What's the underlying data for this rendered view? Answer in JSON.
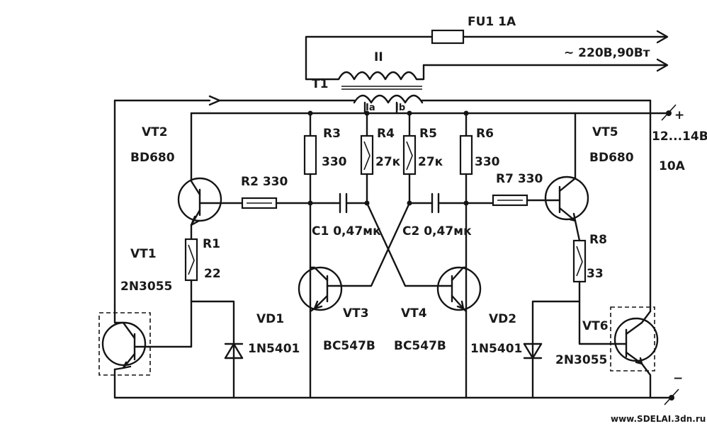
{
  "labels": {
    "fuse": "FU1 1A",
    "mains": "~ 220В,90Вт",
    "winding_primary": "II",
    "transformer": "T1",
    "tap_a": "Ia",
    "tap_b": "Ib",
    "supply_plus": "+",
    "supply_voltage": "12...14В",
    "supply_current": "10A",
    "supply_minus": "−",
    "vt2_name": "VT2",
    "vt2_type": "BD680",
    "vt5_name": "VT5",
    "vt5_type": "BD680",
    "vt1_name": "VT1",
    "vt1_type": "2N3055",
    "vt6_name": "VT6",
    "vt6_type": "2N3055",
    "vt3_name": "VT3",
    "vt3_type": "BC547B",
    "vt4_name": "VT4",
    "vt4_type": "BC547B",
    "r1_name": "R1",
    "r1_value": "22",
    "r2_label": "R2 330",
    "r3_name": "R3",
    "r3_value": "330",
    "r4_name": "R4",
    "r4_value": "27к",
    "r5_name": "R5",
    "r5_value": "27к",
    "r6_name": "R6",
    "r6_value": "330",
    "r7_label": "R7 330",
    "r8_name": "R8",
    "r8_value": "33",
    "c1_label": "C1 0,47мк",
    "c2_label": "C2 0,47мк",
    "vd1_name": "VD1",
    "vd1_type": "1N5401",
    "vd2_name": "VD2",
    "vd2_type": "1N5401",
    "website": "www.SDELAI.3dn.ru"
  }
}
